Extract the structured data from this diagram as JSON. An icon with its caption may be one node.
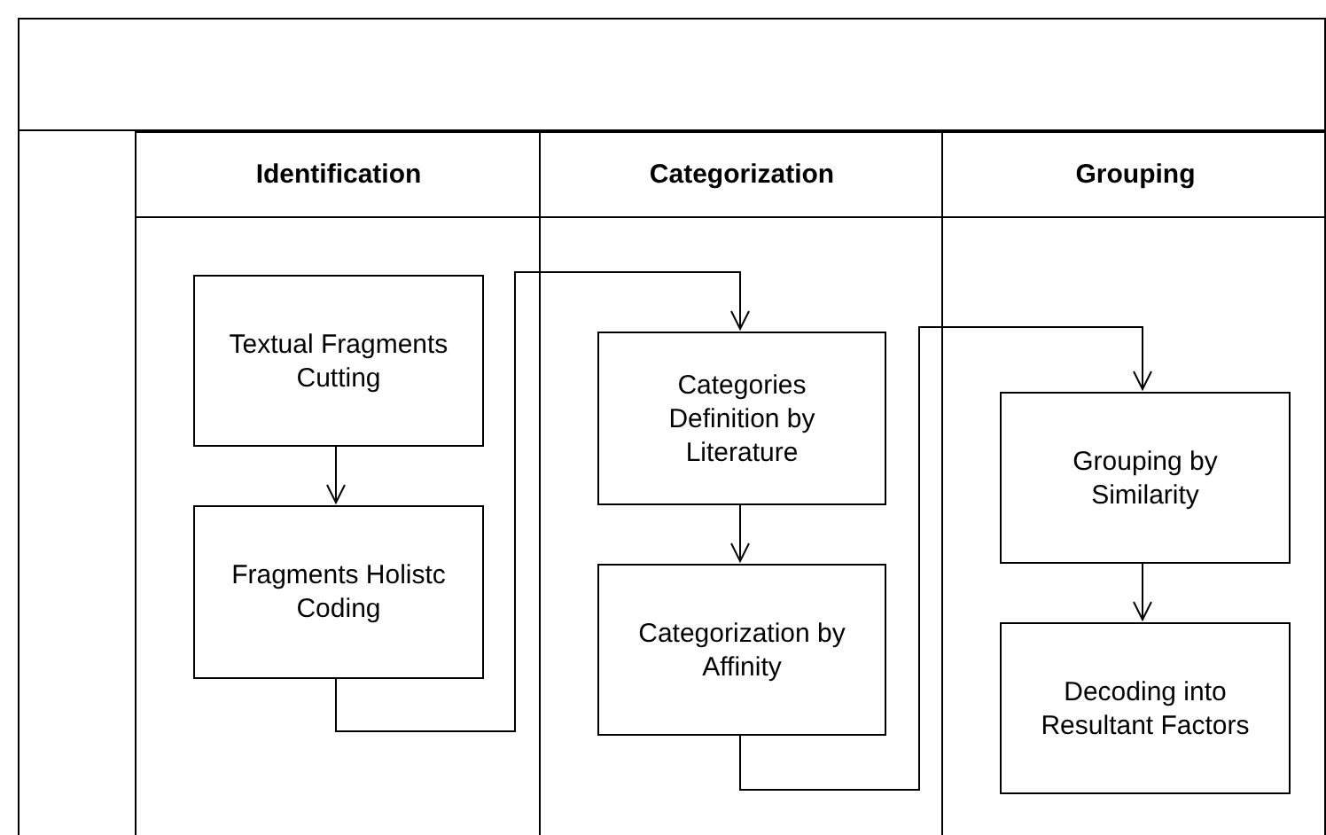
{
  "diagram": {
    "nodes": [
      {
        "text": [],
        "shape": "box"
      },
      {
        "text": [
          "Identification"
        ],
        "in": 0
      },
      {
        "text": [
          "Textual Fragments Cutting"
        ],
        "in": 1
      },
      {
        "text": [
          "Fragments Holistc Coding"
        ],
        "in": 1
      },
      {
        "text": [
          "Categorization"
        ],
        "in": 0
      },
      {
        "text": [
          "Categories Definition by Literature"
        ],
        "in": 4
      },
      {
        "text": [
          "Categorization by Affinity"
        ],
        "in": 4
      },
      {
        "text": [
          "Grouping"
        ],
        "in": 0
      },
      {
        "text": [
          "Grouping by Similarity"
        ],
        "in": 7
      },
      {
        "text": [
          "Decoding into Resultant Factors"
        ],
        "in": 7
      }
    ],
    "edges": [
      {
        "from": 2,
        "to": 3,
        "arrow": "to"
      },
      {
        "from": 3,
        "to": 5,
        "arrow": "to"
      },
      {
        "from": 5,
        "to": 6,
        "arrow": "to"
      },
      {
        "from": 6,
        "to": 8,
        "arrow": "to"
      },
      {
        "from": 8,
        "to": 9,
        "arrow": "to"
      }
    ]
  }
}
